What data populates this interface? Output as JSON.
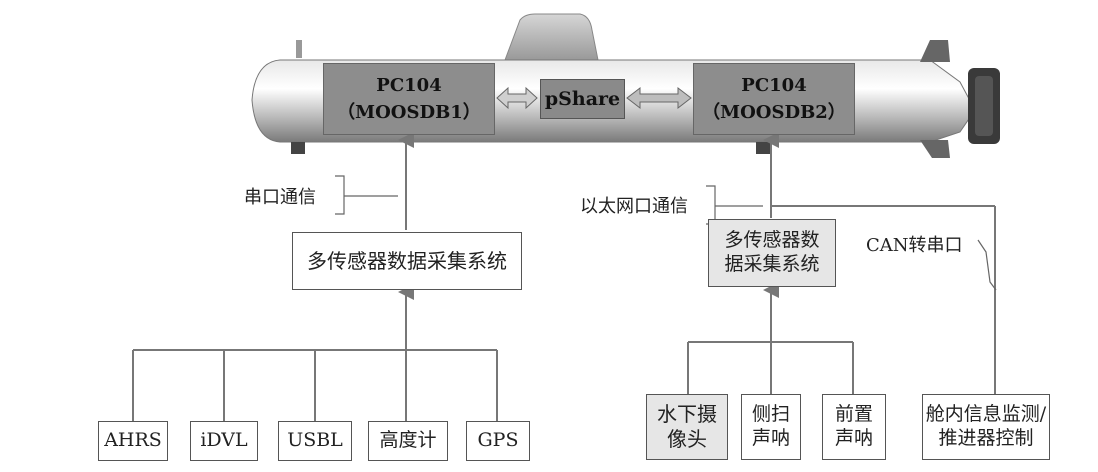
{
  "pc104_left": {
    "line1": "PC104",
    "line2": "（MOOSDB1）"
  },
  "pc104_right": {
    "line1": "PC104",
    "line2": "（MOOSDB2）"
  },
  "pshare": "pShare",
  "serial_comm_label": "串口通信",
  "ethernet_comm_label": "以太网口通信",
  "can_label": "CAN转串口",
  "left_system": "多传感器数据采集系统",
  "right_system": {
    "line1": "多传感器数",
    "line2": "据采集系统"
  },
  "left_sensors": [
    "AHRS",
    "iDVL",
    "USBL",
    "高度计",
    "GPS"
  ],
  "right_sensors": [
    {
      "line1": "水下摄",
      "line2": "像头"
    },
    {
      "line1": "侧扫",
      "line2": "声呐"
    },
    {
      "line1": "前置",
      "line2": "声呐"
    }
  ],
  "cabin_box": {
    "line1": "舱内信息监测/",
    "line2": "推进器控制"
  }
}
